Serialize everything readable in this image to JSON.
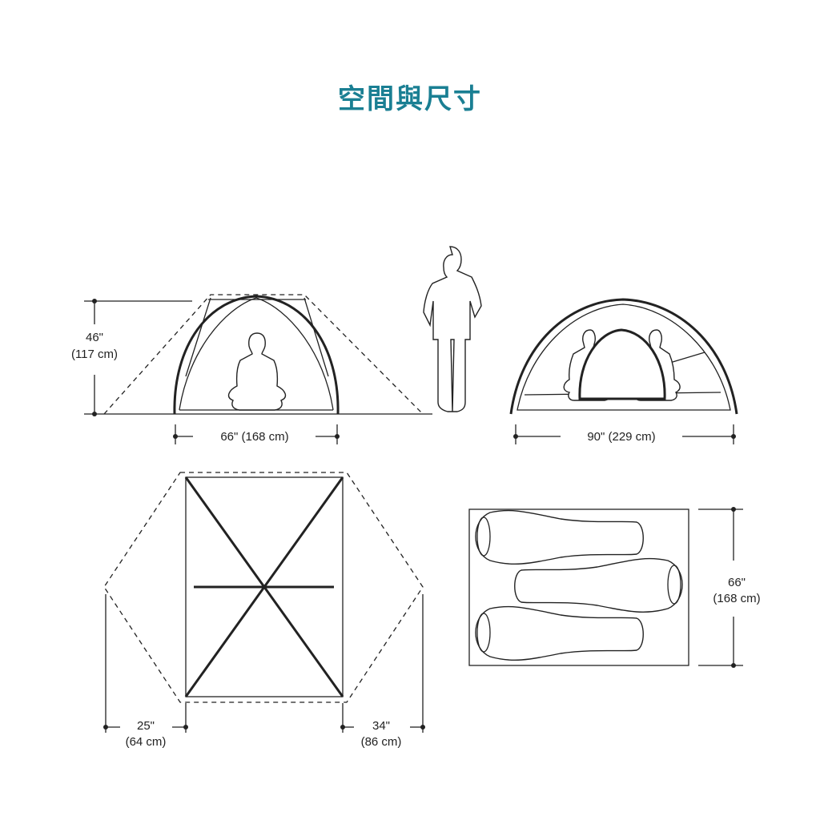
{
  "title": "空間與尺寸",
  "title_color": "#1a7f93",
  "front_view": {
    "height_in": "46\"",
    "height_cm": "(117 cm)",
    "width": "66\" (168 cm)"
  },
  "side_view": {
    "length": "90\" (229 cm)"
  },
  "floor_plan": {
    "left_vestibule_in": "25\"",
    "left_vestibule_cm": "(64 cm)",
    "right_vestibule_in": "34\"",
    "right_vestibule_cm": "(86 cm)"
  },
  "sleeping_layout": {
    "width_in": "66\"",
    "width_cm": "(168 cm)"
  }
}
